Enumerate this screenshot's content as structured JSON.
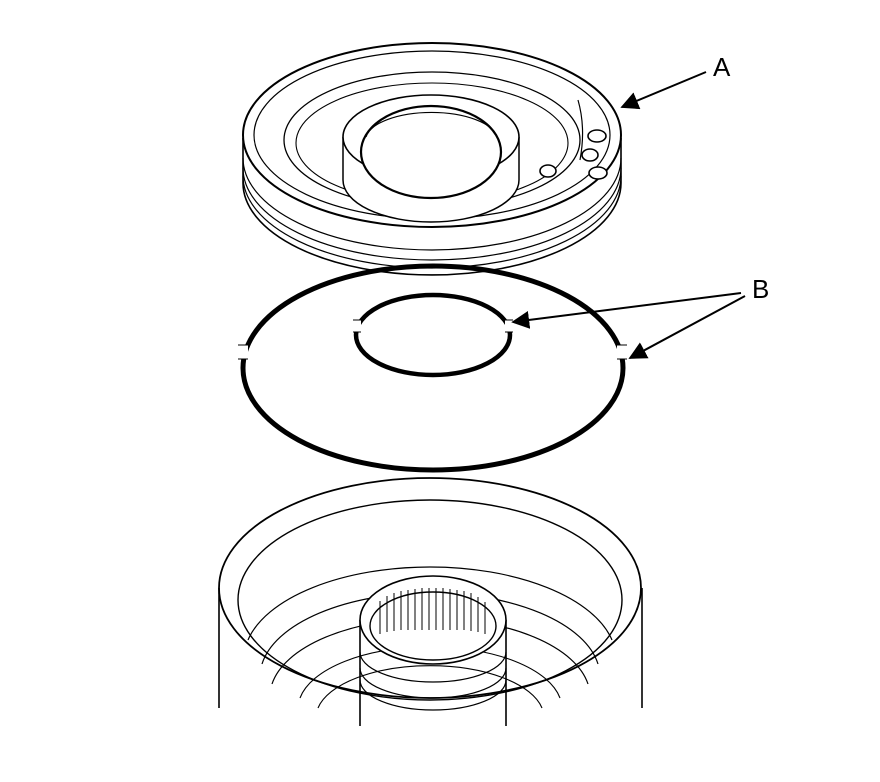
{
  "labels": {
    "a": "A",
    "b": "B"
  },
  "parts": [
    {
      "id": "a",
      "name": "piston"
    },
    {
      "id": "b",
      "name": "o-rings"
    },
    {
      "id": "drum",
      "name": "clutch drum"
    }
  ],
  "colors": {
    "line": "#000000",
    "background": "#ffffff"
  }
}
